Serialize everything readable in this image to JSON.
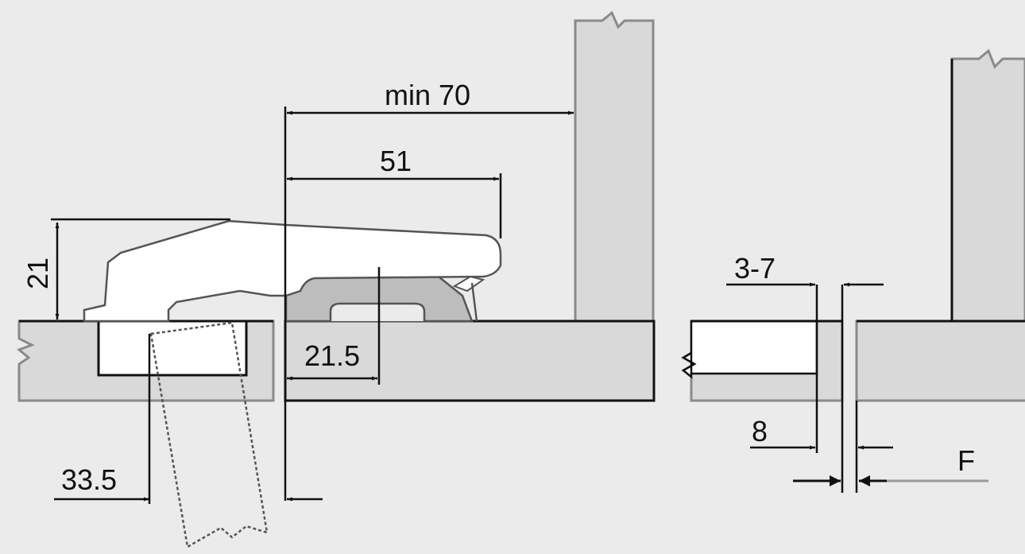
{
  "labels": {
    "min_70": "min 70",
    "d51": "51",
    "d21": "21",
    "d21_5": "21.5",
    "d33_5": "33.5",
    "d3_7": "3-7",
    "d8": "8",
    "force": "F"
  },
  "colors": {
    "background": "#ebebeb",
    "panel_fill": "#d9d9d9",
    "panel_stroke": "#8a8a8a",
    "hinge_body": "#ffffff",
    "hinge_base": "#bdbdbd",
    "line": "#111111",
    "force_line": "#999999"
  }
}
